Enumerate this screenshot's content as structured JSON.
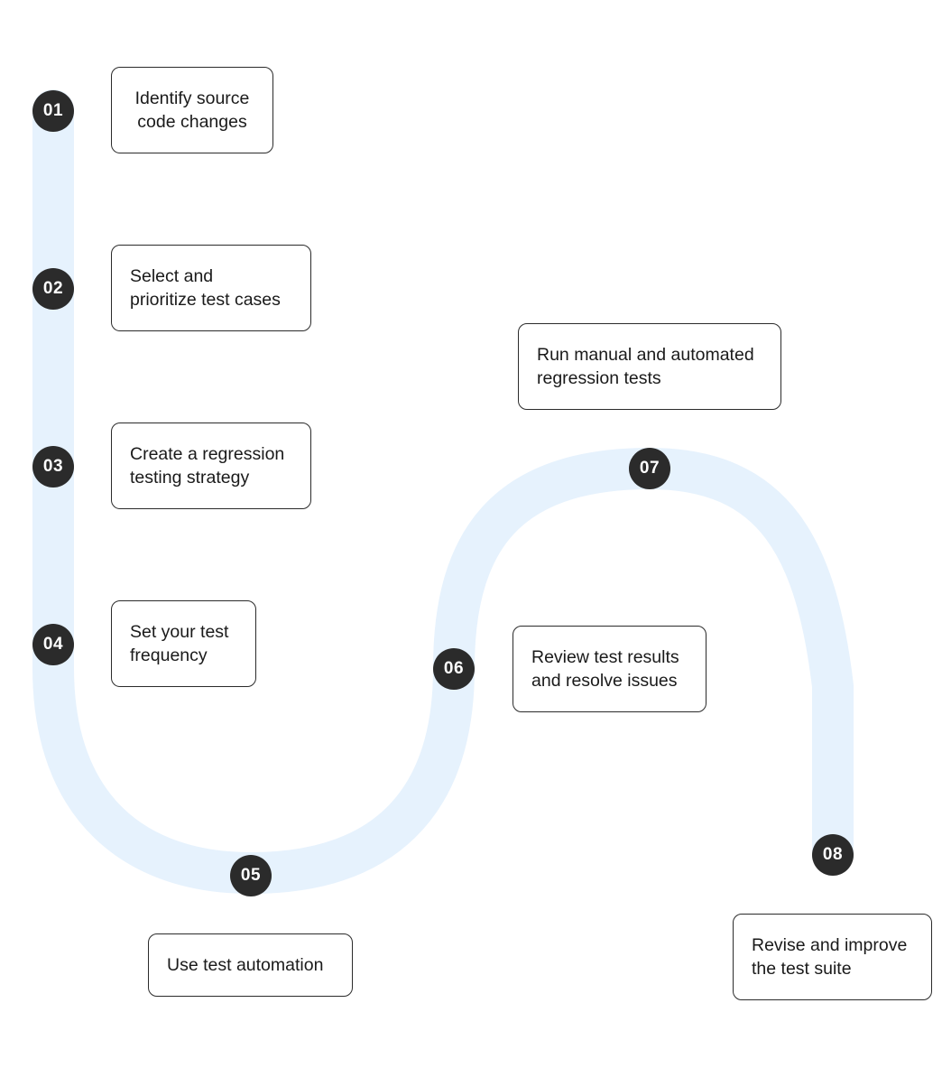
{
  "colors": {
    "track": "#e6f2fd",
    "badge": "#2b2b2b",
    "badge_text": "#ffffff",
    "card_border": "#2b2b2b",
    "card_text": "#1a1a1a"
  },
  "steps": [
    {
      "number": "01",
      "label_lines": [
        "Identify source",
        "code changes"
      ]
    },
    {
      "number": "02",
      "label_lines": [
        "Select and",
        "prioritize test cases"
      ]
    },
    {
      "number": "03",
      "label_lines": [
        "Create a regression",
        "testing strategy"
      ]
    },
    {
      "number": "04",
      "label_lines": [
        "Set your test",
        "frequency"
      ]
    },
    {
      "number": "05",
      "label_lines": [
        "Use test automation"
      ]
    },
    {
      "number": "06",
      "label_lines": [
        "Review test results",
        "and resolve issues"
      ]
    },
    {
      "number": "07",
      "label_lines": [
        "Run manual and automated",
        "regression tests"
      ]
    },
    {
      "number": "08",
      "label_lines": [
        "Revise and improve",
        "the test suite"
      ]
    }
  ]
}
